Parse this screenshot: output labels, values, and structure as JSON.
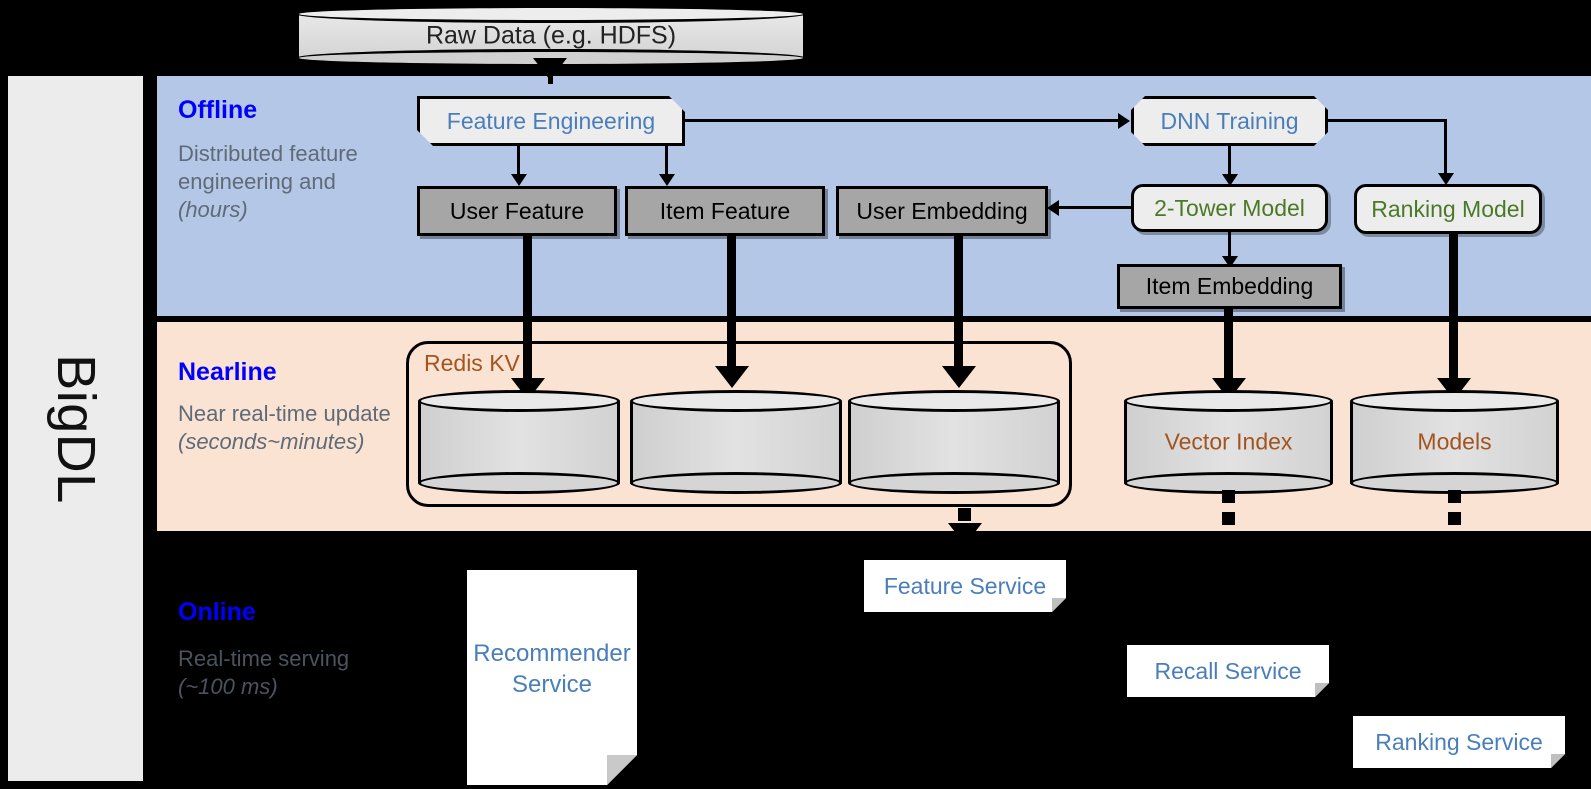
{
  "rail": {
    "label": "BigDL"
  },
  "source": {
    "raw_data": "Raw Data (e.g. HDFS)"
  },
  "bands": {
    "offline": {
      "title": "Offline",
      "subtitle": "Distributed feature engineering and ",
      "subtitle_em": "(hours)"
    },
    "nearline": {
      "title": "Nearline",
      "subtitle": "Near real-time update ",
      "subtitle_em": "(seconds~minutes)"
    },
    "online": {
      "title": "Online",
      "subtitle": "Real-time serving ",
      "subtitle_em": "(~100 ms)"
    }
  },
  "offline": {
    "feature_engineering": "Feature Engineering",
    "dnn_training": "DNN Training",
    "user_feature": "User Feature",
    "item_feature": "Item Feature",
    "user_embedding": "User Embedding",
    "two_tower_model": "2-Tower Model",
    "ranking_model": "Ranking Model",
    "item_embedding": "Item Embedding"
  },
  "nearline": {
    "redis_group": "Redis KV",
    "store_user_feature": "",
    "store_item_feature": "",
    "store_user_embedding": "",
    "vector_index": "Vector Index",
    "models": "Models"
  },
  "online": {
    "recommender_service": "Recommender Service",
    "feature_service": "Feature Service",
    "recall_service": "Recall Service",
    "ranking_service": "Ranking Service"
  },
  "colors": {
    "offline_band": "#b4c7e7",
    "nearline_band": "#fae3d3",
    "online_band": "#000000",
    "band_title": "#0000ff",
    "blue_text": "#4a7ebb",
    "green_text": "#4a7a28",
    "brown_text": "#a3541f",
    "gray_node": "#a6a6a6",
    "rail": "#ececec"
  }
}
